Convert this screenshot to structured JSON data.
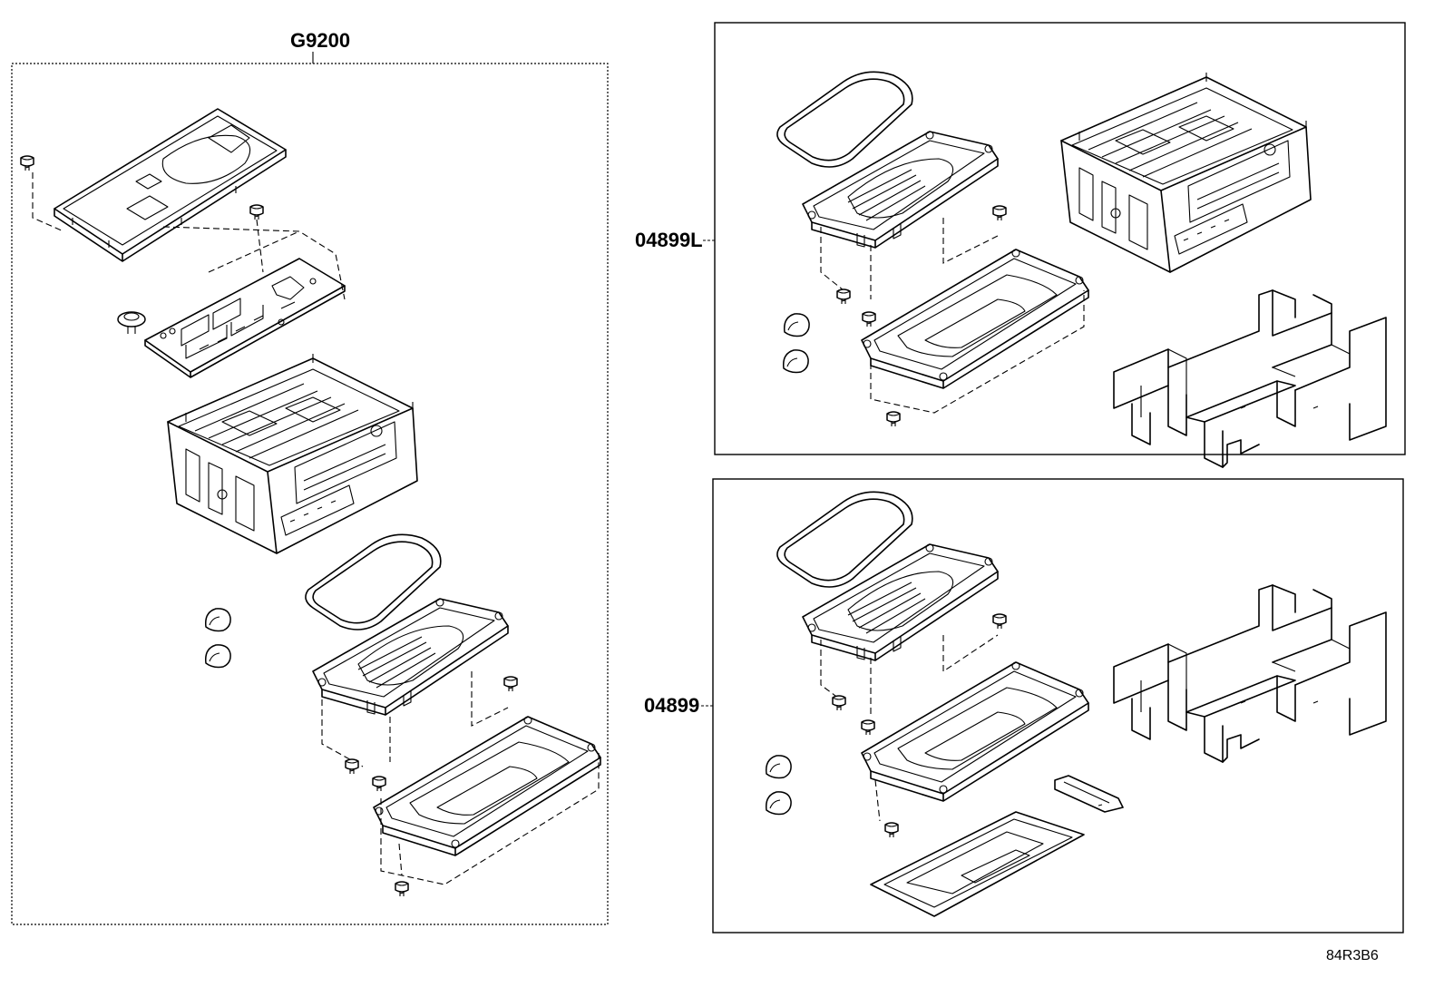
{
  "labels": {
    "kit_main": "G9200",
    "kit_upper": "04899L",
    "kit_lower": "04899",
    "diagram_code": "84R3B6"
  },
  "components": {
    "main_group": [
      "cover",
      "bolt",
      "bolt",
      "circuit-board",
      "grommet",
      "inverter-housing",
      "gasket",
      "cover-plate",
      "bolt",
      "bolt",
      "bolt",
      "lower-case",
      "bolt",
      "cap",
      "cap"
    ],
    "upper_group": [
      "gasket",
      "cover-plate",
      "bolt",
      "bolt",
      "bolt",
      "cap",
      "cap",
      "lower-case",
      "bolt",
      "inverter-housing",
      "packing-insert"
    ],
    "lower_group": [
      "gasket",
      "cover-plate",
      "bolt",
      "bolt",
      "bolt",
      "cap",
      "cap",
      "lower-case",
      "bolt",
      "bracket",
      "under-cover",
      "packing-insert"
    ]
  }
}
